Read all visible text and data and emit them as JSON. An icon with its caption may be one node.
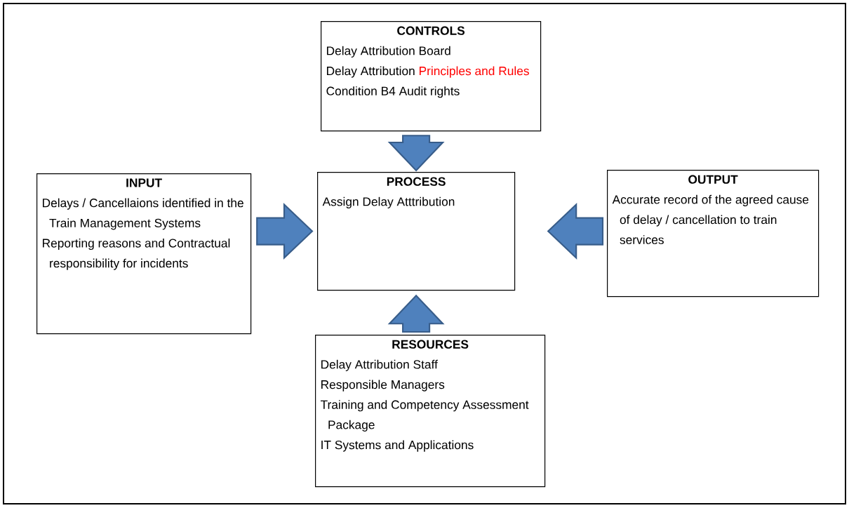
{
  "diagram": {
    "nodes": [
      {
        "text": [
          "CONTROLS",
          "Delay Attribution Board",
          "Delay Attribution",
          "Principles and Rules",
          "Condition B4 Audit rights"
        ]
      },
      {
        "text": [
          "INPUT",
          "Delays / Cancellaions identified in the Train Management Systems",
          "Reporting reasons and Contractual responsibility for incidents"
        ]
      },
      {
        "text": [
          "PROCESS",
          "Assign Delay Atttribution"
        ]
      },
      {
        "text": [
          "OUTPUT",
          "Accurate record of the agreed cause of delay / cancellation to train services"
        ]
      },
      {
        "text": [
          "RESOURCES",
          "Delay Attribution Staff",
          "Responsible Managers",
          "Training and Competency Assessment Package",
          "IT Systems and Applications"
        ]
      }
    ],
    "edges": [
      {
        "from": 0,
        "to": 2,
        "arrow": "to"
      },
      {
        "from": 1,
        "to": 2,
        "arrow": "to"
      },
      {
        "from": 3,
        "to": 2,
        "arrow": "to"
      },
      {
        "from": 4,
        "to": 2,
        "arrow": "to"
      }
    ]
  }
}
